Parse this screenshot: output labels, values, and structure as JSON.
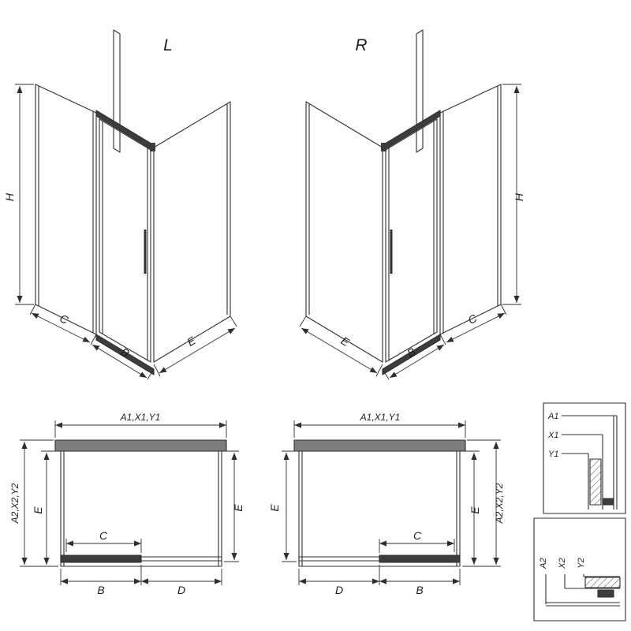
{
  "sheet": {
    "background": "#ffffff",
    "line_color": "#2f2f2f",
    "dark_fill": "#3d3d3d",
    "wall_fill": "#7d7d7d"
  },
  "iso_left": {
    "variant": "L",
    "height": "H",
    "fixed_width": "C",
    "door_width": "B",
    "side_depth": "E"
  },
  "iso_right": {
    "variant": "R",
    "height": "H",
    "fixed_width": "C",
    "door_width": "B",
    "side_depth": "E"
  },
  "plan_left": {
    "width_total": "A1,X1,Y1",
    "depth_total": "A2,X2,Y2",
    "depth_left": "E",
    "depth_right": "E",
    "opening": "C",
    "door": "B",
    "fixed": "D"
  },
  "plan_right": {
    "width_total": "A1,X1,Y1",
    "depth_total": "A2,X2,Y2",
    "depth_left": "E",
    "depth_right": "E",
    "opening": "C",
    "door": "B",
    "fixed": "D"
  },
  "detail_top": {
    "labels": [
      "A1",
      "X1",
      "Y1"
    ]
  },
  "detail_bottom": {
    "labels": [
      "A2",
      "X2",
      "Y2"
    ]
  }
}
